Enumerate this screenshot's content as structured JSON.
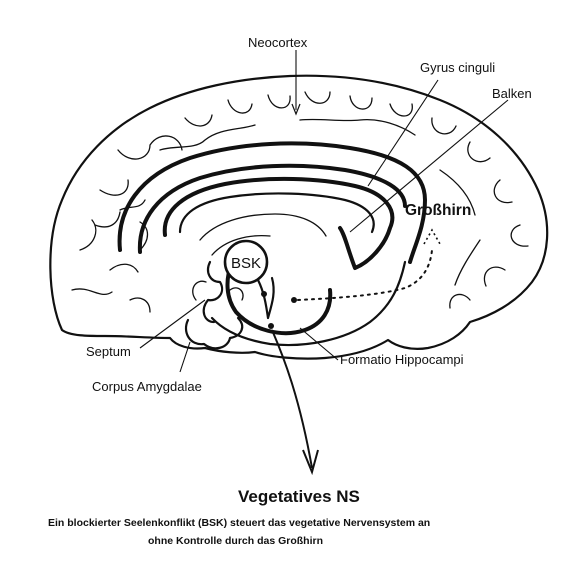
{
  "labels": {
    "neocortex": "Neocortex",
    "gyrus_cinguli": "Gyrus cinguli",
    "balken": "Balken",
    "grosshirn": "Großhirn",
    "bsk": "BSK",
    "septum": "Septum",
    "formatio": "Formatio Hippocampi",
    "corpus": "Corpus Amygdalae"
  },
  "title": "Vegetatives NS",
  "caption": {
    "line1": "Ein blockierter Seelenkonflikt (BSK) steuert das vegetative Nervensystem an",
    "line2": "ohne Kontrolle durch das Großhirn"
  }
}
